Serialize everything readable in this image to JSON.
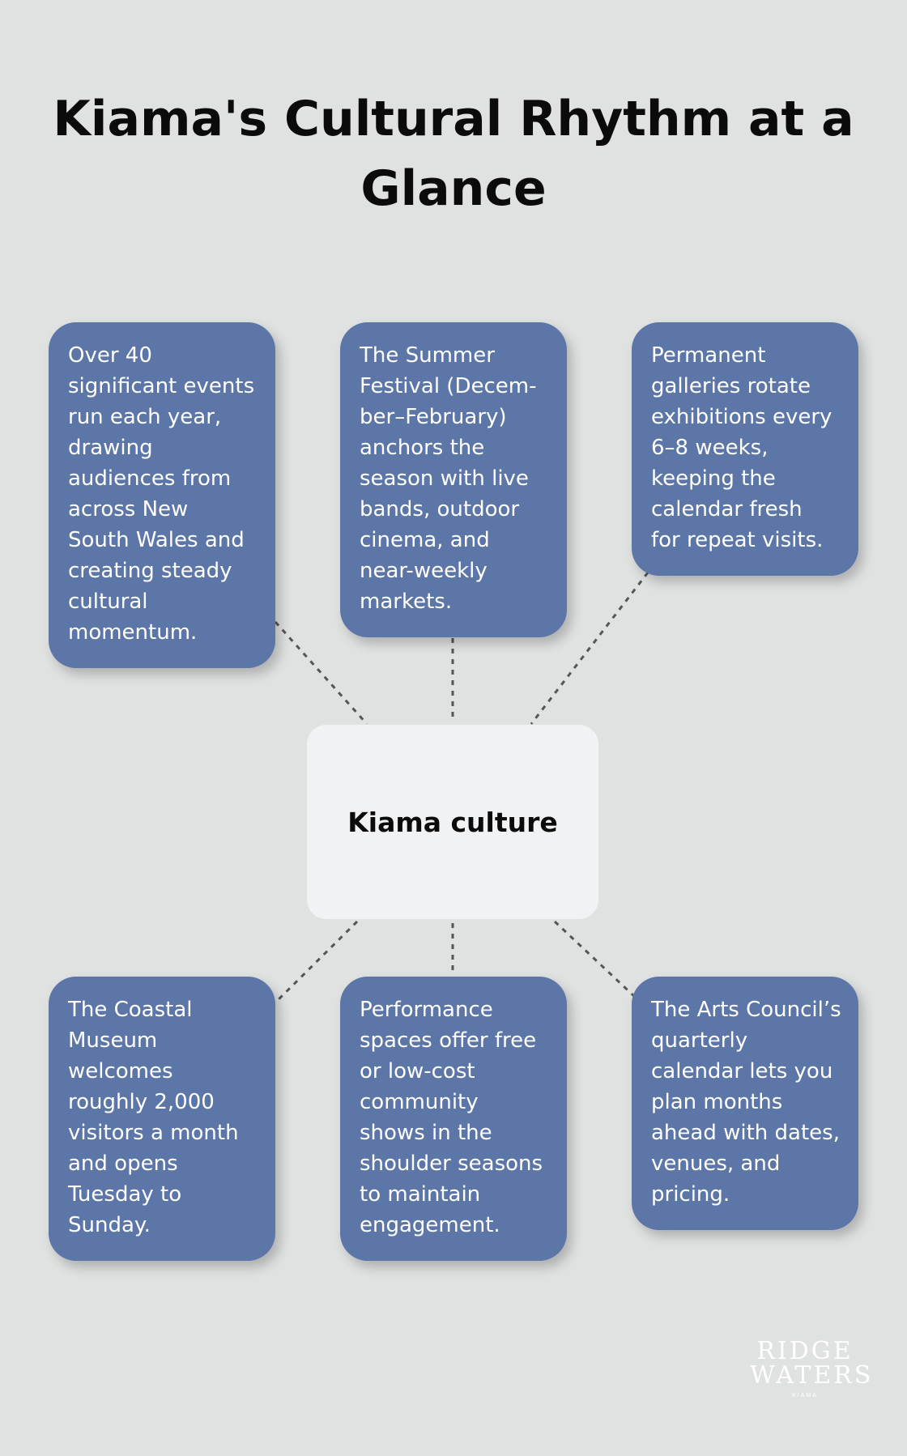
{
  "title": {
    "lines": [
      "Kiama's Cultural Rhythm at a",
      "Glance"
    ]
  },
  "center": {
    "label": "Kiama culture"
  },
  "colors": {
    "card": "#5c76a8",
    "center": "#f1f2f3",
    "background": "#e0e2e1",
    "connector": "#555555"
  },
  "cards": [
    {
      "lines": [
        "Over 40",
        "significant events",
        "run each year,",
        "drawing",
        "audiences from",
        "across New",
        "South Wales and",
        "creating steady",
        "cultural",
        "momentum."
      ]
    },
    {
      "lines": [
        "The Summer",
        "Festival (Decem-",
        "ber–February)",
        "anchors the",
        "season with live",
        "bands, outdoor",
        "cinema, and",
        "near-weekly",
        "markets."
      ]
    },
    {
      "lines": [
        "Permanent",
        "galleries rotate",
        "exhibitions every",
        "6–8 weeks,",
        "keeping the",
        "calendar fresh",
        "for repeat visits."
      ]
    },
    {
      "lines": [
        "The Coastal",
        "Museum",
        "welcomes",
        "roughly 2,000",
        "visitors a month",
        "and opens",
        "Tuesday to",
        "Sunday."
      ]
    },
    {
      "lines": [
        "Performance",
        "spaces offer free",
        "or low-cost",
        "community",
        "shows in the",
        "shoulder seasons",
        "to maintain",
        "engagement."
      ]
    },
    {
      "lines": [
        "The Arts Council’s",
        "quarterly",
        "calendar lets you",
        "plan months",
        "ahead with dates,",
        "venues, and",
        "pricing."
      ]
    }
  ],
  "logo": {
    "line1": "RIDGE",
    "line2": "WATERS",
    "line3": "KIAMA"
  }
}
